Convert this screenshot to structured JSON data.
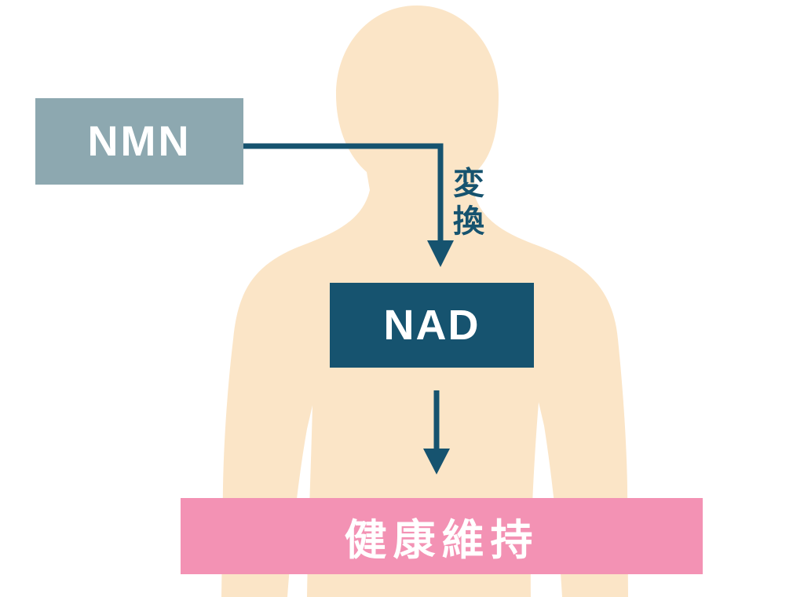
{
  "diagram": {
    "body_silhouette": {
      "color": "#FBE5C7"
    },
    "source_box": {
      "label": "NMN",
      "bg": "#8DA8B0",
      "text_color": "#FFFFFF"
    },
    "conversion_label": {
      "text": "変換",
      "color": "#16536F"
    },
    "intermediate_box": {
      "label": "NAD",
      "bg": "#16536F",
      "text_color": "#FFFFFF"
    },
    "result_bar": {
      "label": "健康維持",
      "bg": "#F392B4",
      "text_color": "#FFFFFF"
    },
    "arrows": {
      "color": "#16536F"
    }
  }
}
